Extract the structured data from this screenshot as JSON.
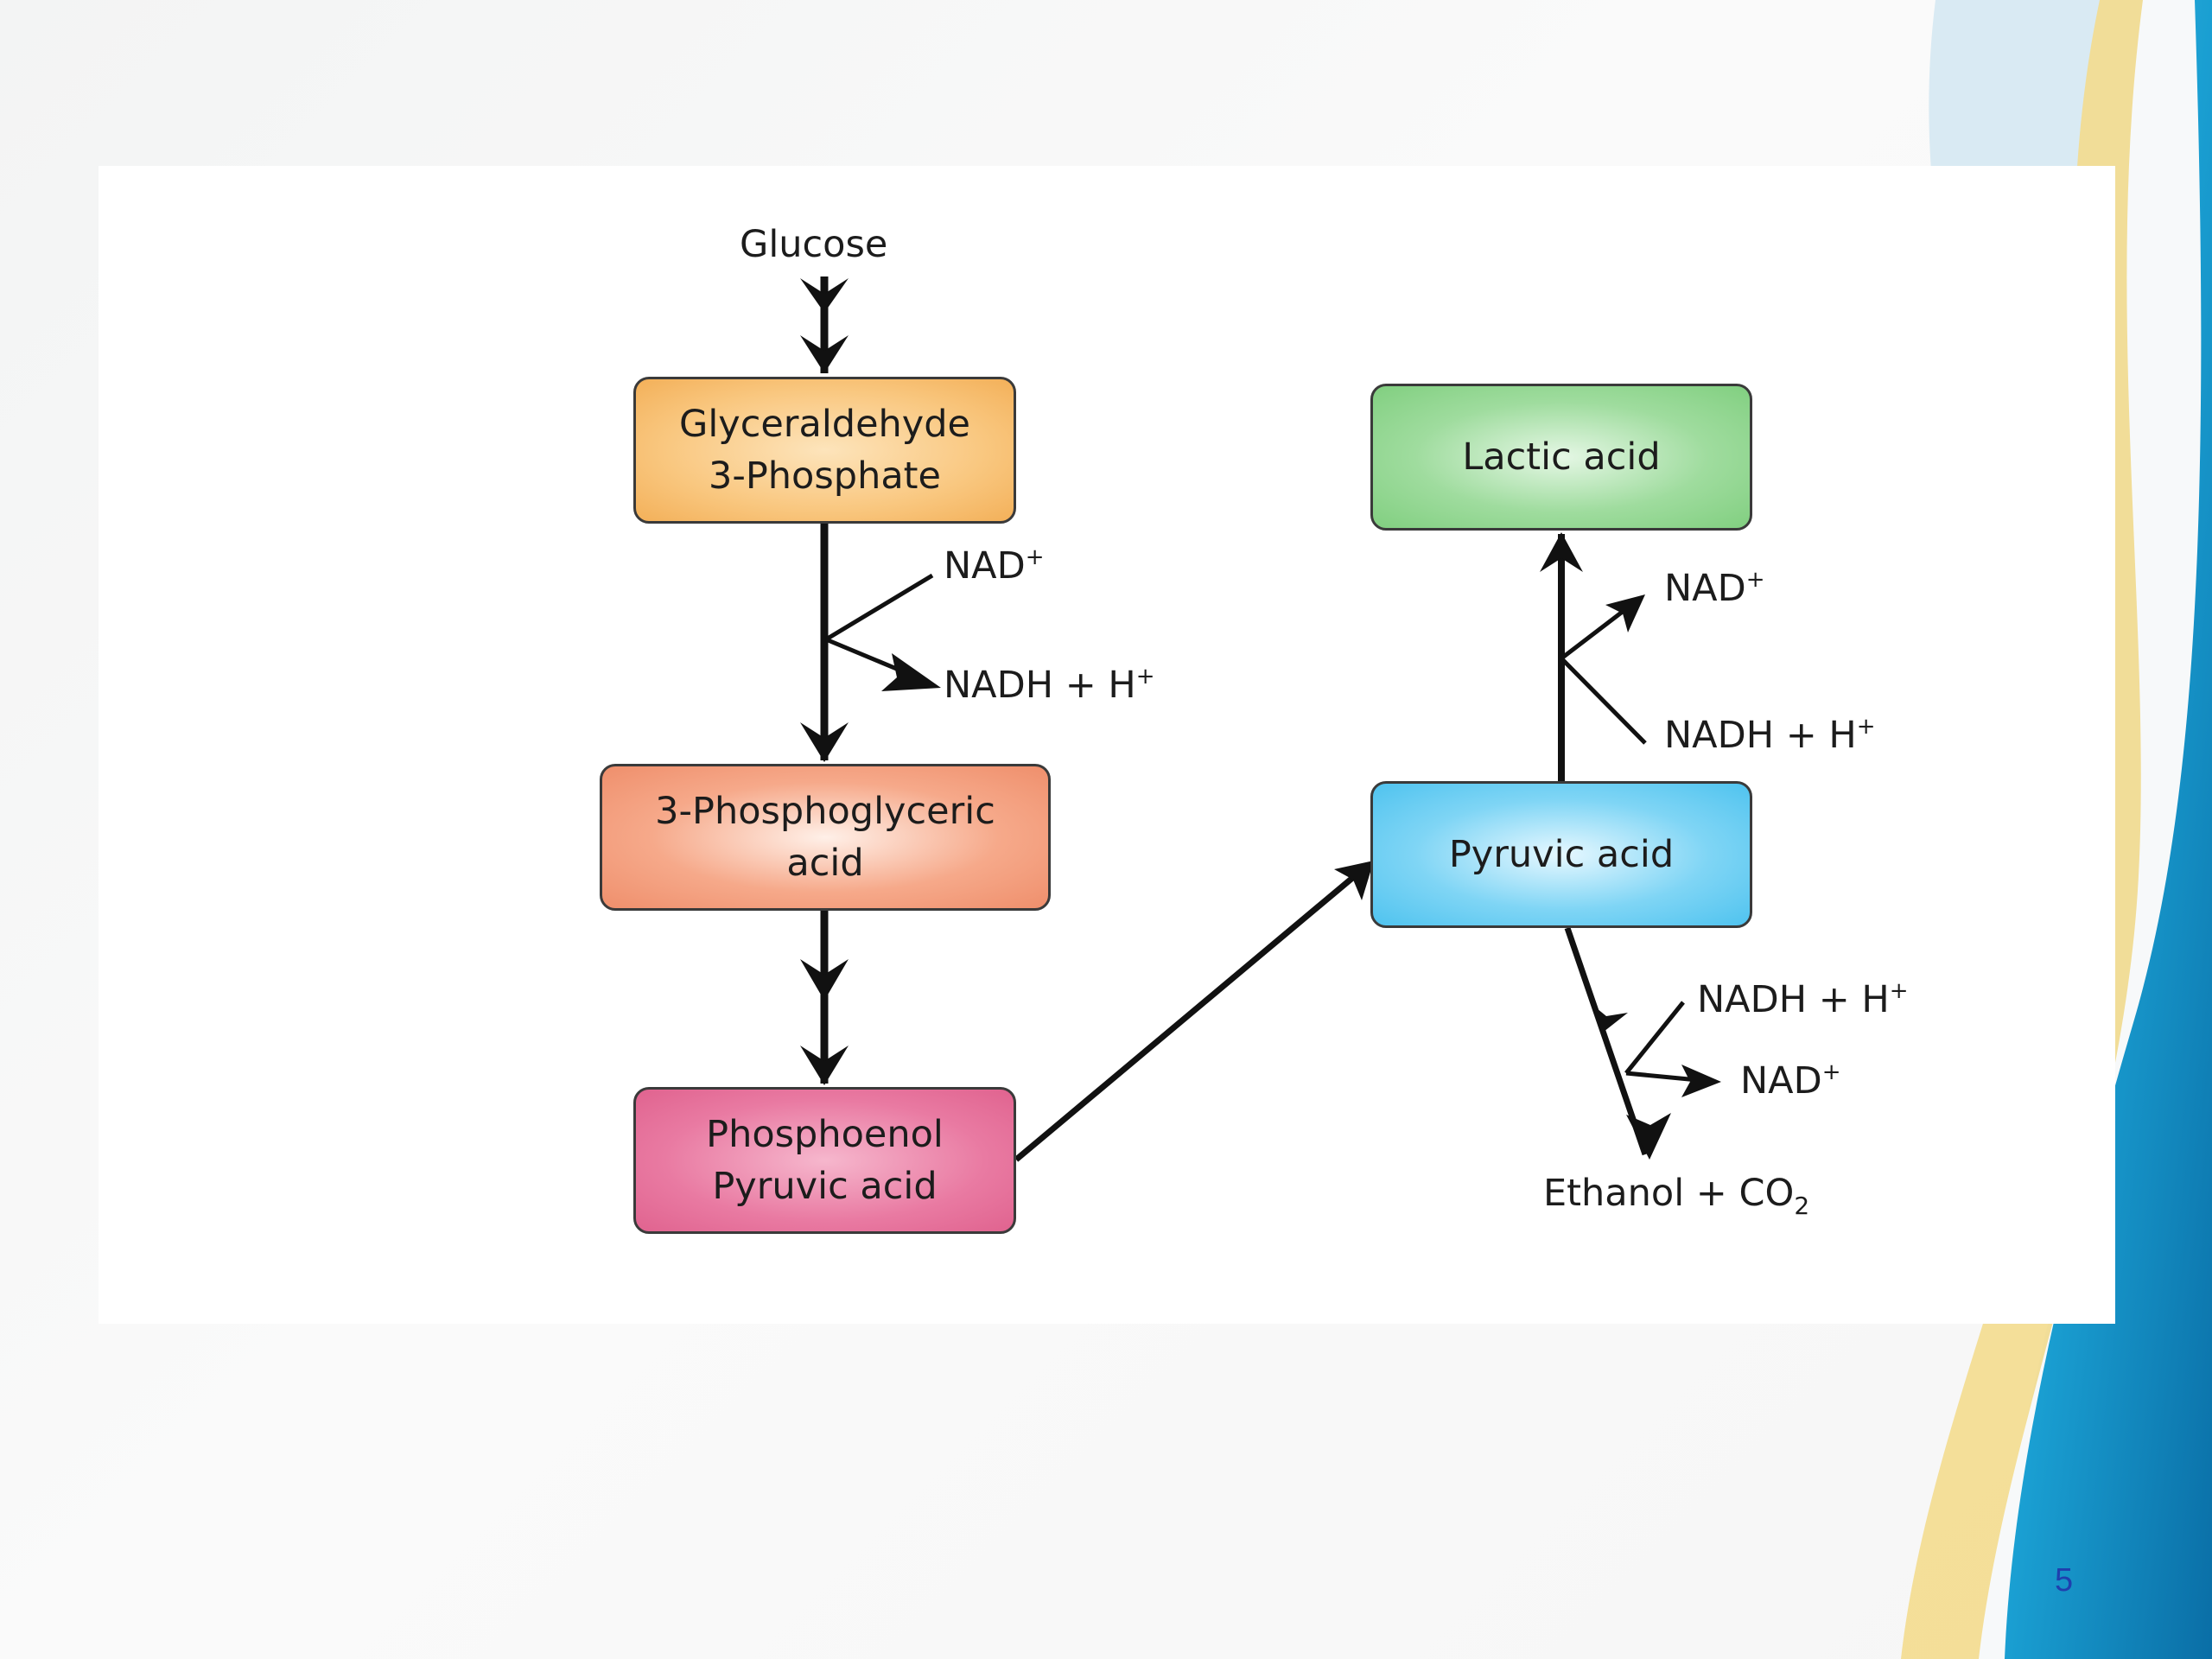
{
  "diagram": {
    "nodes": {
      "glucose": "Glucose",
      "g3p": {
        "line1": "Glyceraldehyde",
        "line2": "3-Phosphate"
      },
      "pga": {
        "line1": "3-Phosphoglyceric",
        "line2": "acid"
      },
      "pep": {
        "line1": "Phosphoenol",
        "line2": "Pyruvic acid"
      },
      "lactic": "Lactic acid",
      "pyruvic": "Pyruvic acid",
      "ethanol": {
        "text": "Ethanol + CO",
        "subscript": "2"
      }
    },
    "cofactors": {
      "step1_in": {
        "text": "NAD",
        "sup": "+"
      },
      "step1_out": {
        "text": "NADH + H",
        "sup": "+"
      },
      "lactic_out": {
        "text": "NAD",
        "sup": "+"
      },
      "lactic_in": {
        "text": "NADH + H",
        "sup": "+"
      },
      "ethanol_in": {
        "text": "NADH + H",
        "sup": "+"
      },
      "ethanol_out": {
        "text": "NAD",
        "sup": "+"
      }
    }
  },
  "slide": {
    "page_number": "5"
  }
}
